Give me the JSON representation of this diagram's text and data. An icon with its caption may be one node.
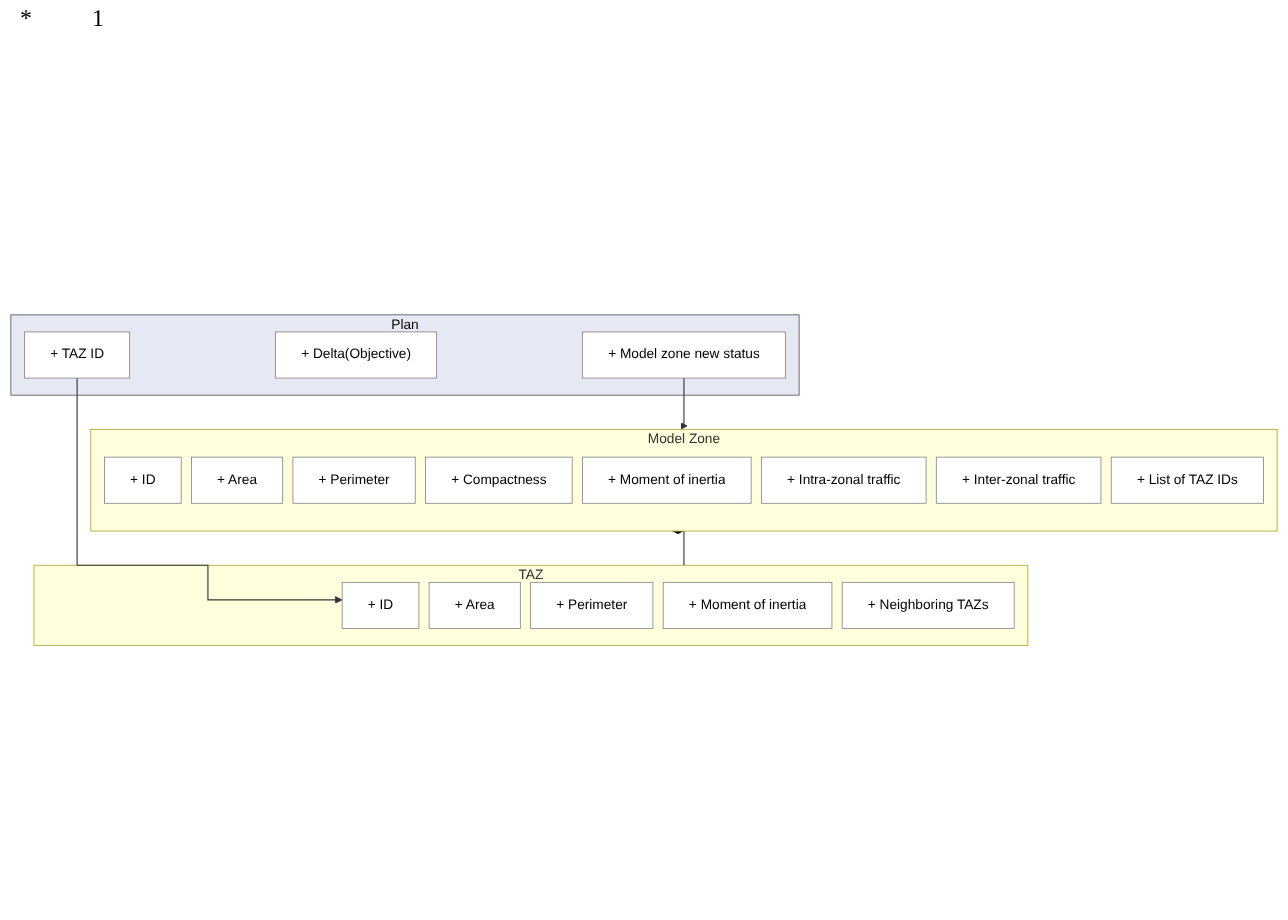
{
  "diagram": {
    "nodes": [
      {
        "text": [
          "Model Zone"
        ]
      },
      {
        "text": [
          "+ ID"
        ],
        "in": 0
      },
      {
        "text": [
          "+ Area"
        ],
        "in": 0
      },
      {
        "text": [
          "+ Perimeter"
        ],
        "in": 0
      },
      {
        "text": [
          "+ Compactness"
        ],
        "in": 0
      },
      {
        "text": [
          "+ Moment of inertia"
        ],
        "in": 0
      },
      {
        "text": [
          "+ Intra-zonal traffic"
        ],
        "in": 0
      },
      {
        "text": [
          "+ Inter-zonal traffic"
        ],
        "in": 0
      },
      {
        "text": [
          "+ List of TAZ IDs"
        ],
        "in": 0
      },
      {
        "text": [
          "TAZ"
        ]
      },
      {
        "text": [
          "+ ID"
        ],
        "in": 9
      },
      {
        "text": [
          "+ Area"
        ],
        "in": 9
      },
      {
        "text": [
          "+ Perimeter"
        ],
        "in": 9
      },
      {
        "text": [
          "+ Moment of inertia"
        ],
        "in": 9
      },
      {
        "text": [
          "+ Neighboring TAZs"
        ],
        "in": 9
      },
      {
        "text": [
          "Plan"
        ]
      },
      {
        "text": [
          "+ TAZ ID"
        ],
        "in": 15
      },
      {
        "text": [
          "+ Delta(Objective)"
        ],
        "in": 15
      },
      {
        "text": [
          "+ Model zone new status"
        ],
        "in": 15
      }
    ],
    "edges": [
      {
        "from": 0,
        "to": 9,
        "arrow": "other"
      },
      {
        "from": 16,
        "to": 10,
        "arrow": "to"
      },
      {
        "from": 18,
        "to": 0,
        "arrow": "to"
      }
    ],
    "labels": [
      "*",
      "1"
    ]
  }
}
